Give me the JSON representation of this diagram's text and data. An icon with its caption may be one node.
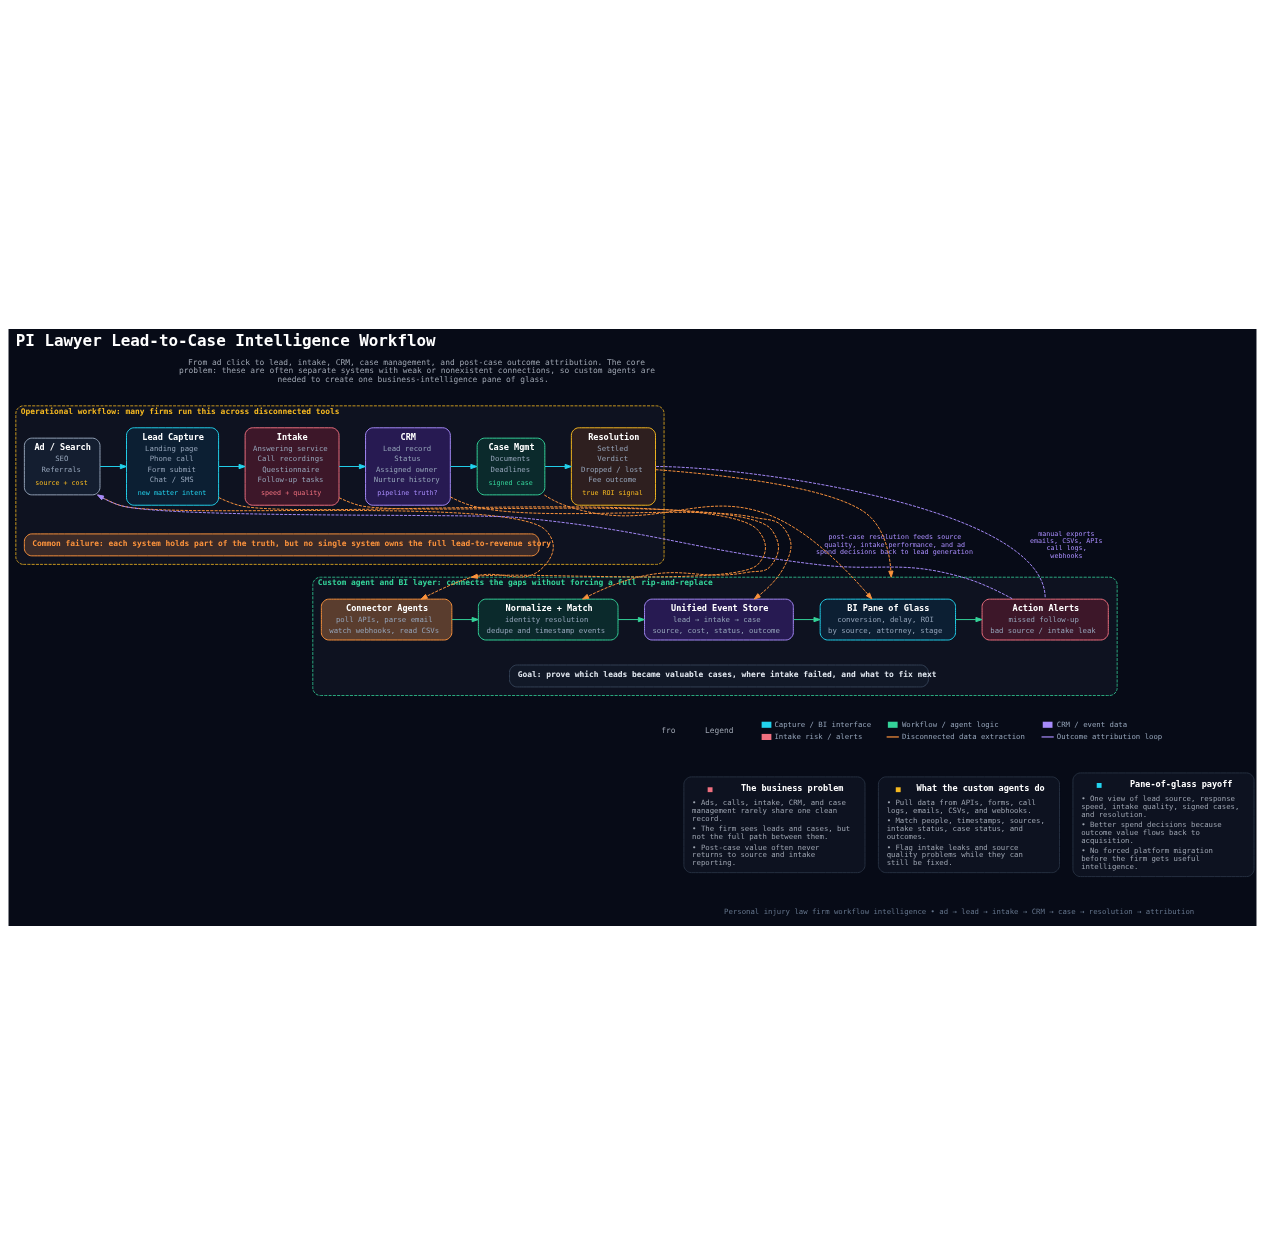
{
  "diagram": {
    "title": "PI Lawyer Lead-to-Case Intelligence Workflow",
    "caption": "Personal injury law firm workflow intelligence • ad → lead → intake → CRM → case → resolution → attribution",
    "nodes": [
      {
        "text": [
          "Operational workflow: many firms run this across disconnected tools"
        ]
      },
      {
        "text": [
          "Ad / Search",
          "SEO",
          "Referrals",
          "source + cost"
        ],
        "in": 0
      },
      {
        "text": [
          "Lead Capture",
          "Landing page",
          "Phone call",
          "Form submit",
          "Chat / SMS",
          "new matter intent"
        ],
        "in": 0
      },
      {
        "text": [
          "Intake",
          "Answering service",
          "Call recordings",
          "Questionnaire",
          "Follow-up tasks",
          "speed + quality"
        ],
        "in": 0
      },
      {
        "text": [
          "CRM",
          "Lead record",
          "Status",
          "Assigned owner",
          "Nurture history",
          "pipeline truth?"
        ],
        "in": 0
      },
      {
        "text": [
          "Case Mgmt",
          "Documents",
          "Deadlines",
          "signed case"
        ],
        "in": 0
      },
      {
        "text": [
          "Resolution",
          "Settled",
          "Verdict",
          "Dropped / lost",
          "Fee outcome",
          "true ROI signal"
        ],
        "in": 0
      },
      {
        "text": [
          "Common failure: each system holds part of the truth, but no single system owns the full lead-to-revenue story"
        ],
        "in": 0
      },
      {
        "text": [
          "Custom agent and BI layer: connects the gaps without forcing a full rip-and-replace"
        ]
      },
      {
        "text": [
          "Connector Agents",
          "poll APIs, parse email",
          "watch webhooks, read CSVs"
        ],
        "in": 8
      },
      {
        "text": [
          "Normalize + Match",
          "identity resolution",
          "dedupe and timestamp events"
        ],
        "in": 8
      },
      {
        "text": [
          "Unified Event Store",
          "lead → intake → case",
          "source, cost, status, outcome"
        ],
        "in": 8
      },
      {
        "text": [
          "BI Pane of Glass",
          "conversion, delay, ROI",
          "by source, attorney, stage"
        ],
        "in": 8
      },
      {
        "text": [
          "Action Alerts",
          "missed follow-up",
          "bad source / intake leak"
        ],
        "in": 8
      },
      {
        "text": [
          "Goal: prove which leads became valuable cases, where intake failed, and what to fix next"
        ],
        "in": 8
      },
      {
        "text": [
          "The business problem",
          "• Ads, calls, intake, CRM, and case management rarely share one clean record.",
          "• The firm sees leads and cases, but not the full path between them.",
          "• Post-case value often never returns to source and intake reporting."
        ]
      },
      {
        "text": [
          "What the custom agents do",
          "• Pull data from APIs, forms, call logs, emails, CSVs, and webhooks.",
          "• Match people, timestamps, sources, intake status, case status, and outcomes.",
          "• Flag intake leaks and source quality problems while they can still be fixed."
        ]
      },
      {
        "text": [
          "Pane-of-glass payoff",
          "• One view of lead source, response speed, intake quality, signed cases, and resolution.",
          "• Better spend decisions because outcome value flows back to acquisition.",
          "• No forced platform migration before the firm gets useful intelligence."
        ]
      }
    ],
    "edges": [
      {
        "from": 1,
        "to": 2,
        "arrow": "to",
        "color": "#22d3ee"
      },
      {
        "from": 2,
        "to": 3,
        "arrow": "to",
        "color": "#22d3ee"
      },
      {
        "from": 3,
        "to": 4,
        "arrow": "to",
        "color": "#22d3ee"
      },
      {
        "from": 4,
        "to": 5,
        "arrow": "to",
        "color": "#22d3ee"
      },
      {
        "from": 5,
        "to": 6,
        "arrow": "to",
        "color": "#22d3ee"
      },
      {
        "from": 1,
        "to": 9,
        "arrow": "to",
        "style": "dashed",
        "color": "#fb923c"
      },
      {
        "from": 2,
        "to": 8,
        "arrow": "to",
        "style": "dashed",
        "color": "#fb923c"
      },
      {
        "from": 3,
        "to": 10,
        "arrow": "to",
        "style": "dashed",
        "color": "#fb923c"
      },
      {
        "from": 4,
        "to": 11,
        "arrow": "to",
        "style": "dashed",
        "color": "#fb923c"
      },
      {
        "from": 5,
        "to": 12,
        "arrow": "to",
        "style": "dashed",
        "color": "#fb923c"
      },
      {
        "from": 6,
        "to": 8,
        "arrow": "to",
        "style": "dashed",
        "color": "#fb923c"
      },
      {
        "from": 9,
        "to": 10,
        "arrow": "to",
        "color": "#34d399"
      },
      {
        "from": 10,
        "to": 11,
        "arrow": "to",
        "color": "#34d399"
      },
      {
        "from": 11,
        "to": 12,
        "arrow": "to",
        "color": "#34d399"
      },
      {
        "from": 12,
        "to": 13,
        "arrow": "to",
        "color": "#34d399"
      },
      {
        "from": 6,
        "to": 13,
        "arrow": "none",
        "style": "dashed",
        "color": "#a78bfa",
        "label": "manual exports emails, CSVs, APIs call logs, webhooks"
      },
      {
        "from": 13,
        "to": 1,
        "arrow": "to",
        "style": "dashed",
        "color": "#a78bfa",
        "label": "post-case resolution feeds source quality, intake performance, and ad spend decisions back to lead generation"
      }
    ],
    "labels": [
      "From ad click to lead, intake, CRM, case management, and post-case outcome attribution. The core problem: these are often separate systems with weak or nonexistent connections, so custom agents are needed to create one business-intelligence pane of glass.",
      "fro",
      "Legend"
    ],
    "legend": [
      {
        "text": "Capture / BI interface",
        "color": "#22d3ee"
      },
      {
        "text": "Workflow / agent logic",
        "color": "#34d399"
      },
      {
        "text": "CRM / event data",
        "color": "#a78bfa"
      },
      {
        "text": "Intake risk / alerts",
        "color": "#f0707f"
      },
      {
        "text": "Disconnected data extraction"
      },
      {
        "text": "Outcome attribution loop"
      }
    ]
  }
}
